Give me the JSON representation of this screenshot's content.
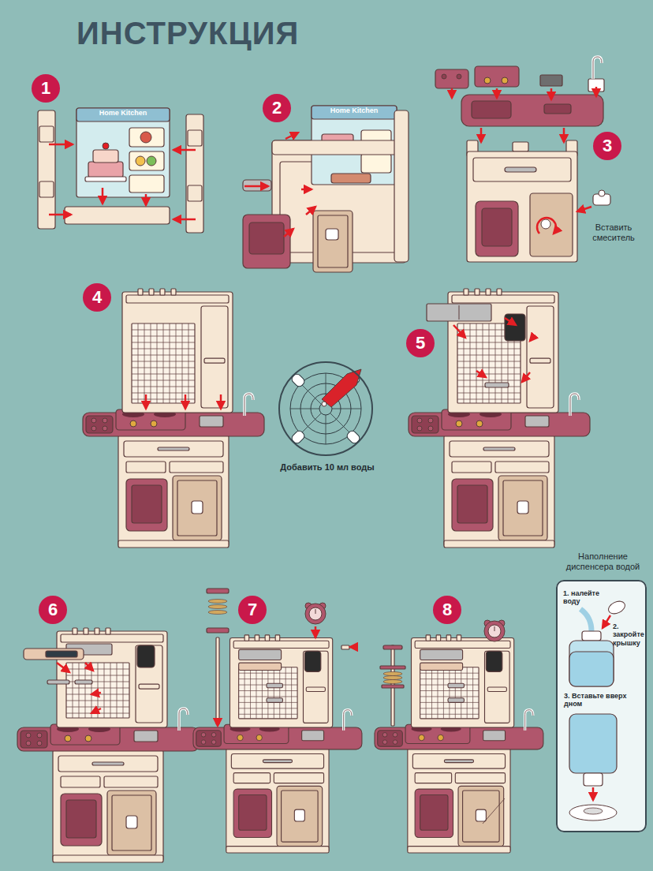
{
  "diagram": {
    "title": "ИНСТРУКЦИЯ",
    "nodes": [
      {
        "text": [
          "1"
        ]
      },
      {
        "text": [
          "2"
        ]
      },
      {
        "text": [
          "3"
        ]
      },
      {
        "text": [
          "4"
        ]
      },
      {
        "text": [
          "Добавить 10 мл воды"
        ]
      },
      {
        "text": [
          "5"
        ]
      },
      {
        "text": [
          "6"
        ]
      },
      {
        "text": [
          "7"
        ]
      },
      {
        "text": [
          "8"
        ]
      },
      {
        "text": [
          "Наполнение диспенсера водой",
          "1. налейте воду",
          "2. закройте крышку",
          "3. Вставьте вверх дном"
        ]
      }
    ],
    "labels": [
      "Home Kitchen",
      "Home Kitchen",
      "Вставить смеситель"
    ]
  }
}
